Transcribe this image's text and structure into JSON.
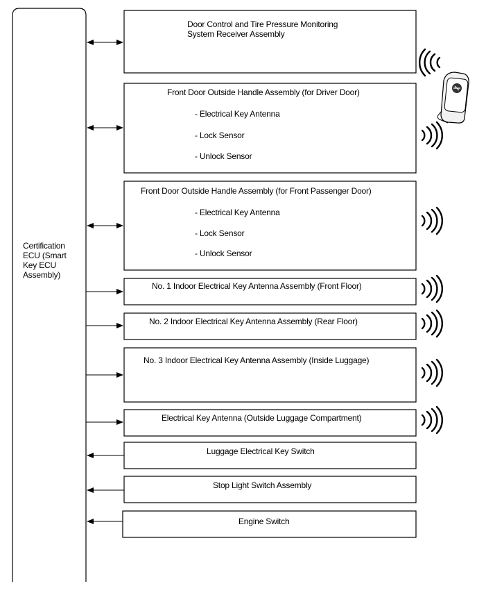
{
  "ecu": {
    "label_lines": [
      "Certification",
      "ECU (Smart",
      "Key ECU",
      "Assembly)"
    ]
  },
  "components": [
    {
      "id": "receiver",
      "title_lines": [
        "Door Control and Tire Pressure Monitoring",
        "System Receiver Assembly"
      ],
      "sub_items": [],
      "link": "bidirectional",
      "signal": "none"
    },
    {
      "id": "driver-handle",
      "title_lines": [
        "Front Door Outside Handle Assembly (for Driver Door)"
      ],
      "sub_items": [
        "- Electrical Key Antenna",
        "- Lock Sensor",
        "- Unlock Sensor"
      ],
      "link": "bidirectional",
      "signal": "waves"
    },
    {
      "id": "passenger-handle",
      "title_lines": [
        "Front Door Outside Handle Assembly (for Front Passenger Door)"
      ],
      "sub_items": [
        "- Electrical Key Antenna",
        "- Lock Sensor",
        "- Unlock Sensor"
      ],
      "link": "bidirectional",
      "signal": "waves"
    },
    {
      "id": "indoor-antenna-1",
      "title_lines": [
        "No. 1 Indoor Electrical Key Antenna Assembly (Front Floor)"
      ],
      "sub_items": [],
      "link": "to-component",
      "signal": "waves"
    },
    {
      "id": "indoor-antenna-2",
      "title_lines": [
        "No. 2 Indoor Electrical Key Antenna Assembly (Rear Floor)"
      ],
      "sub_items": [],
      "link": "to-component",
      "signal": "waves"
    },
    {
      "id": "indoor-antenna-3",
      "title_lines": [
        "No. 3 Indoor Electrical Key Antenna Assembly (Inside Luggage)"
      ],
      "sub_items": [],
      "link": "to-component",
      "signal": "waves"
    },
    {
      "id": "outside-luggage-antenna",
      "title_lines": [
        "Electrical Key Antenna (Outside Luggage Compartment)"
      ],
      "sub_items": [],
      "link": "to-component",
      "signal": "waves"
    },
    {
      "id": "luggage-switch",
      "title_lines": [
        "Luggage Electrical Key Switch"
      ],
      "sub_items": [],
      "link": "to-ecu",
      "signal": "none"
    },
    {
      "id": "stop-light-switch",
      "title_lines": [
        "Stop Light Switch Assembly"
      ],
      "sub_items": [],
      "link": "to-ecu",
      "signal": "none"
    },
    {
      "id": "engine-switch",
      "title_lines": [
        "Engine Switch"
      ],
      "sub_items": [],
      "link": "to-ecu",
      "signal": "none"
    }
  ],
  "key_fob": {
    "icon": "electrical-key-fob-icon",
    "signal": "waves-toward-receiver"
  }
}
